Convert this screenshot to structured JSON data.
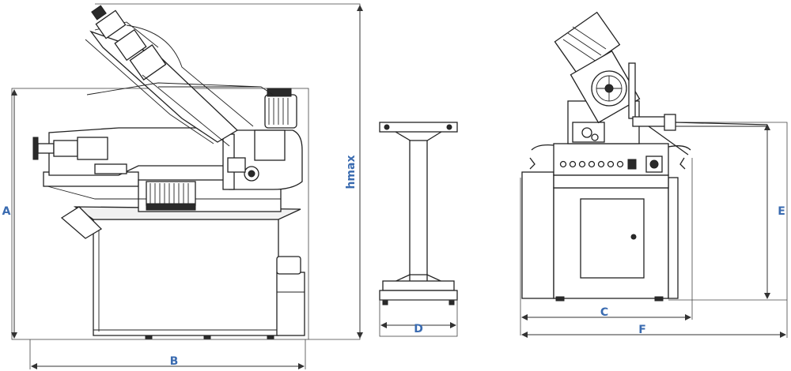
{
  "dimensions": {
    "A": "A",
    "B": "B",
    "hmax": "hmax",
    "D": "D",
    "C": "C",
    "E": "E",
    "F": "F"
  },
  "colors": {
    "dimension_label": "#3a6bb0",
    "line": "#222222"
  }
}
